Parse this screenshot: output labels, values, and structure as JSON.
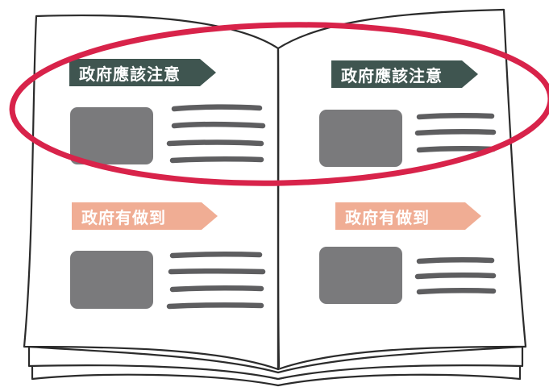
{
  "labels": {
    "top_left": "政府應該注意",
    "top_right": "政府應該注意",
    "bottom_left": "政府有做到",
    "bottom_right": "政府有做到"
  },
  "colors": {
    "dark_tag": "#3f5550",
    "salmon_tag": "#f0ad94",
    "highlight_ellipse": "#d8234a",
    "placeholder_image": "#7a7a7c",
    "text_line": "#5e5e60",
    "book_outline": "#2b2b2b"
  },
  "icons": {
    "image_placeholder": "image-placeholder-icon",
    "text_lines": "text-lines-icon"
  }
}
